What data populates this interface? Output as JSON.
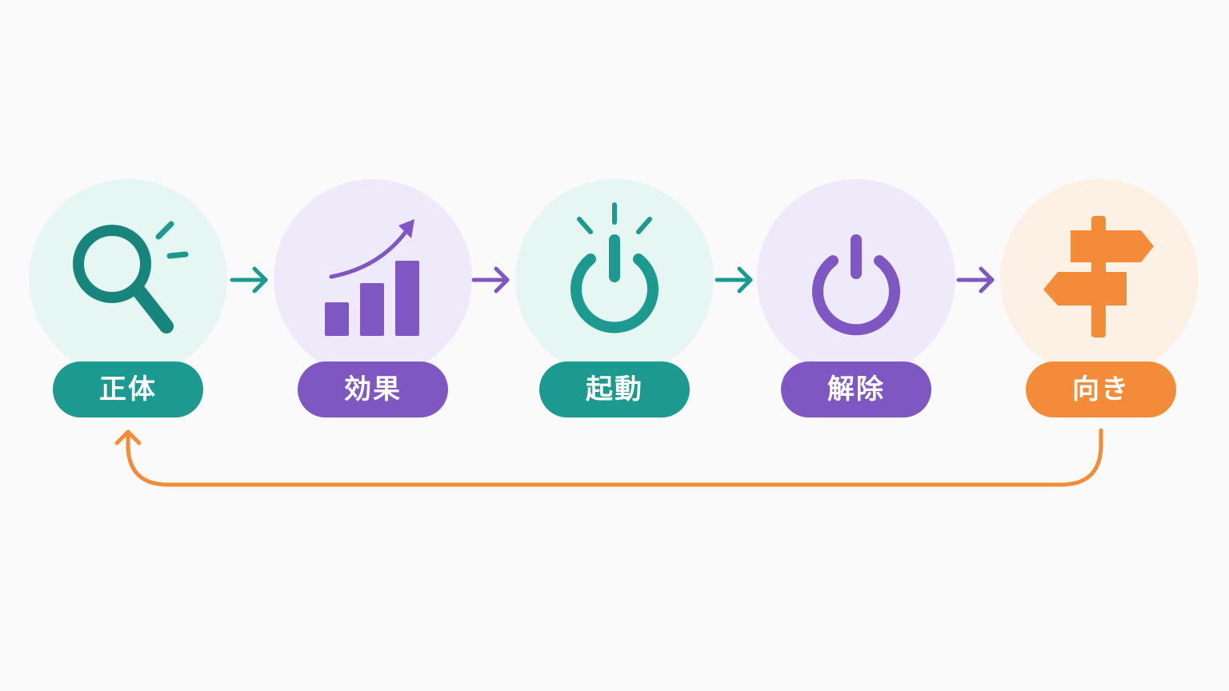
{
  "colors": {
    "teal": "#1d9a8f",
    "teal_dark": "#18857c",
    "purple": "#7e57c2",
    "orange": "#f28c38",
    "teal_bg": "#e6f6f2",
    "purple_bg": "#efeafa",
    "orange_bg": "#fdf1e6"
  },
  "steps": [
    {
      "label": "正体",
      "icon": "magnifier-icon",
      "color": "teal"
    },
    {
      "label": "効果",
      "icon": "growth-chart-icon",
      "color": "purple"
    },
    {
      "label": "起動",
      "icon": "power-on-icon",
      "color": "teal"
    },
    {
      "label": "解除",
      "icon": "power-icon",
      "color": "purple"
    },
    {
      "label": "向き",
      "icon": "signpost-icon",
      "color": "orange"
    }
  ],
  "loop_back": {
    "from": "向き",
    "to": "正体",
    "color": "orange"
  }
}
